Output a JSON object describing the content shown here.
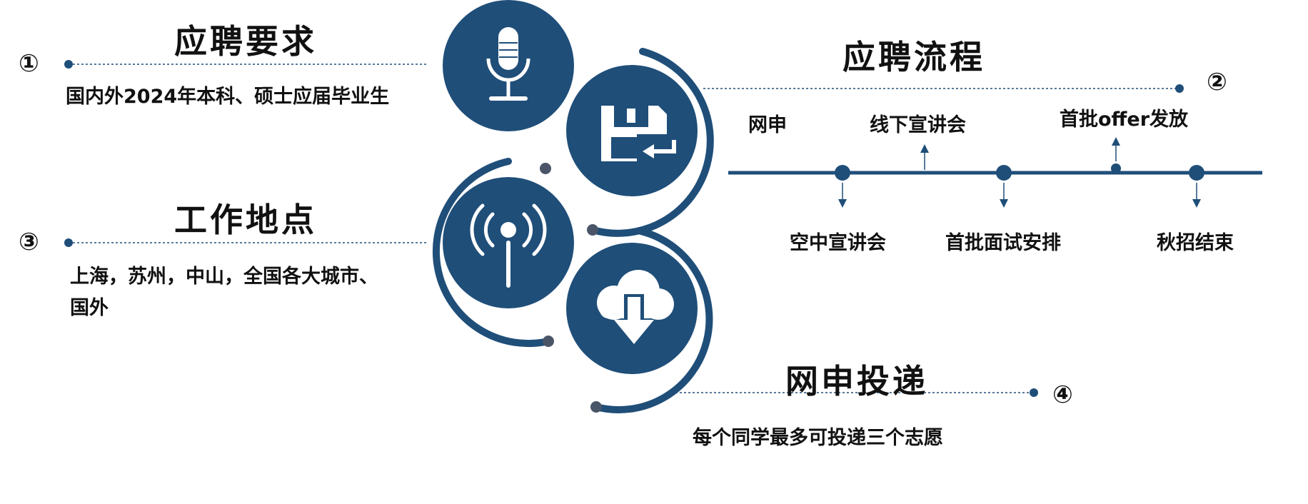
{
  "colors": {
    "primary": "#1f4e79",
    "text": "#111111",
    "connector_dot": "#4a5668"
  },
  "requirements": {
    "number": "①",
    "title": "应聘要求",
    "text": "国内外2024年本科、硕士应届毕业生"
  },
  "process": {
    "number": "②",
    "title": "应聘流程",
    "timeline": {
      "above": [
        "网申",
        "线下宣讲会",
        "首批offer发放"
      ],
      "below": [
        "空中宣讲会",
        "首批面试安排",
        "秋招结束"
      ]
    }
  },
  "location": {
    "number": "③",
    "title": "工作地点",
    "lines": [
      "上海，苏州，中山，全国各大城市、",
      "国外"
    ]
  },
  "application": {
    "number": "④",
    "title": "网申投递",
    "text": "每个同学最多可投递三个志愿"
  },
  "icons": [
    "microphone-icon",
    "save-document-icon",
    "signal-antenna-icon",
    "cloud-download-icon"
  ]
}
